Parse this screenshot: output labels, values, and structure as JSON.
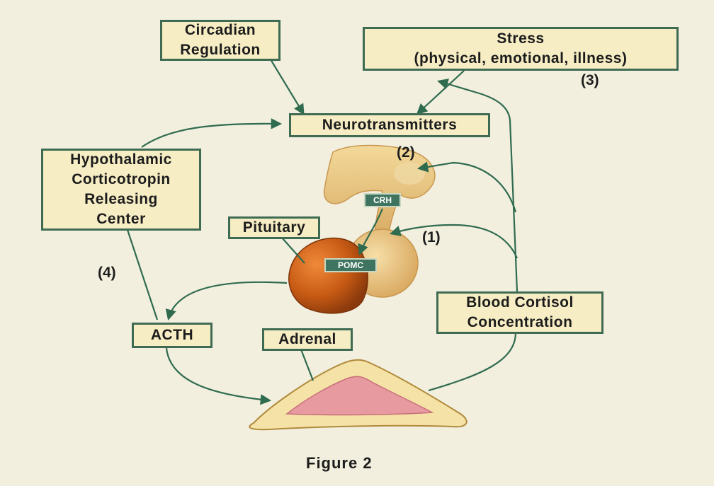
{
  "boxes": {
    "circadian": [
      "Circadian",
      "Regulation"
    ],
    "stress": [
      "Stress",
      "(physical, emotional, illness)"
    ],
    "neurotransmitters": "Neurotransmitters",
    "hypothalamic": [
      "Hypothalamic",
      "Corticotropin",
      "Releasing",
      "Center"
    ],
    "pituitary": "Pituitary",
    "acth": "ACTH",
    "adrenal": "Adrenal",
    "blood_cortisol": [
      "Blood Cortisol",
      "Concentration"
    ]
  },
  "tags": {
    "crh": "CRH",
    "pomc": "POMC"
  },
  "numbers": {
    "n1": "(1)",
    "n2": "(2)",
    "n3": "(3)",
    "n4": "(4)"
  },
  "caption": "Figure 2",
  "colors": {
    "background": "#f2efde",
    "box_fill": "#f6edc4",
    "box_border": "#3f6b53",
    "arrow": "#2f6b4f",
    "pituitary_anterior": "#c75a14",
    "pituitary_posterior": "#e8c07a",
    "adrenal_outer": "#f5e2a6",
    "adrenal_inner": "#e79aa0"
  }
}
